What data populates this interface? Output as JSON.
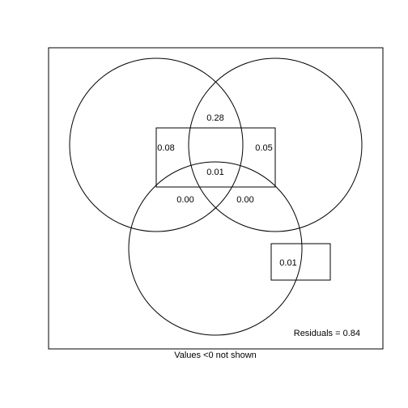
{
  "diagram": {
    "type": "venn",
    "line_color": "#000000",
    "background": "#ffffff",
    "region_labels": {
      "set1_only": "0.08",
      "set2_only": "0.05",
      "set1_set2": "0.28",
      "set1_set2_set3": "0.01",
      "set1_set3": "0.00",
      "set2_set3": "0.00",
      "set3_only": "0.01"
    },
    "residuals_label": "Residuals = 0.84",
    "footer_note": "Values <0 not shown"
  }
}
